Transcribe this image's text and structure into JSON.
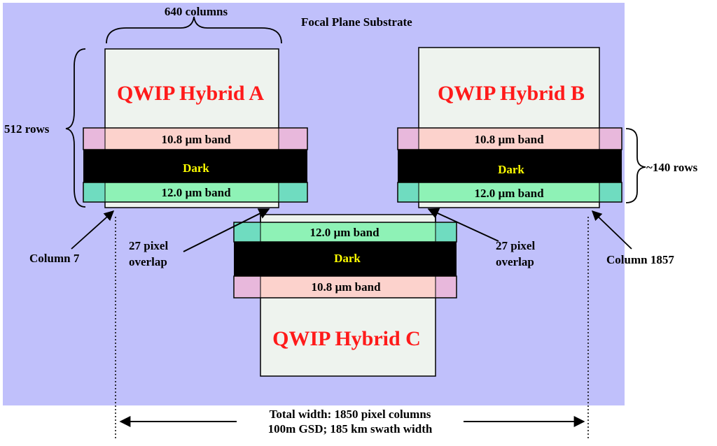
{
  "substrate": {
    "title": "Focal Plane Substrate"
  },
  "hybrids": {
    "a": {
      "title": "QWIP Hybrid  A",
      "top_band": "10.8 µm  band",
      "dark": "Dark",
      "bottom_band": "12.0 µm band"
    },
    "b": {
      "title": "QWIP Hybrid  B",
      "top_band": "10.8 µm  band",
      "dark": "Dark",
      "bottom_band": "12.0 µm band"
    },
    "c": {
      "title": "QWIP Hybrid  C",
      "top_band": "12.0 µm band",
      "dark": "Dark",
      "bottom_band": "10.8 µm  band"
    }
  },
  "annotations": {
    "columns": "640 columns",
    "rows": "512 rows",
    "band_rows": "~140 rows",
    "column_left": "Column 7",
    "column_right": "Column 1857",
    "overlap_left_1": "27 pixel",
    "overlap_left_2": "overlap",
    "overlap_right_1": "27 pixel",
    "overlap_right_2": "overlap",
    "total_width_1": "Total width: 1850 pixel columns",
    "total_width_2": "100m GSD; 185 km swath width"
  },
  "colors": {
    "substrate": "#c0c0fb",
    "hybrid_fill": "#eef3ee",
    "band_108": "#fcd2cc",
    "band_108_edge": "#e8b8dc",
    "band_120": "#8ef2b6",
    "band_120_edge": "#6fdcc0",
    "dark": "#000000",
    "dark_text": "#ffff00",
    "hybrid_text": "#ff1a1a"
  }
}
